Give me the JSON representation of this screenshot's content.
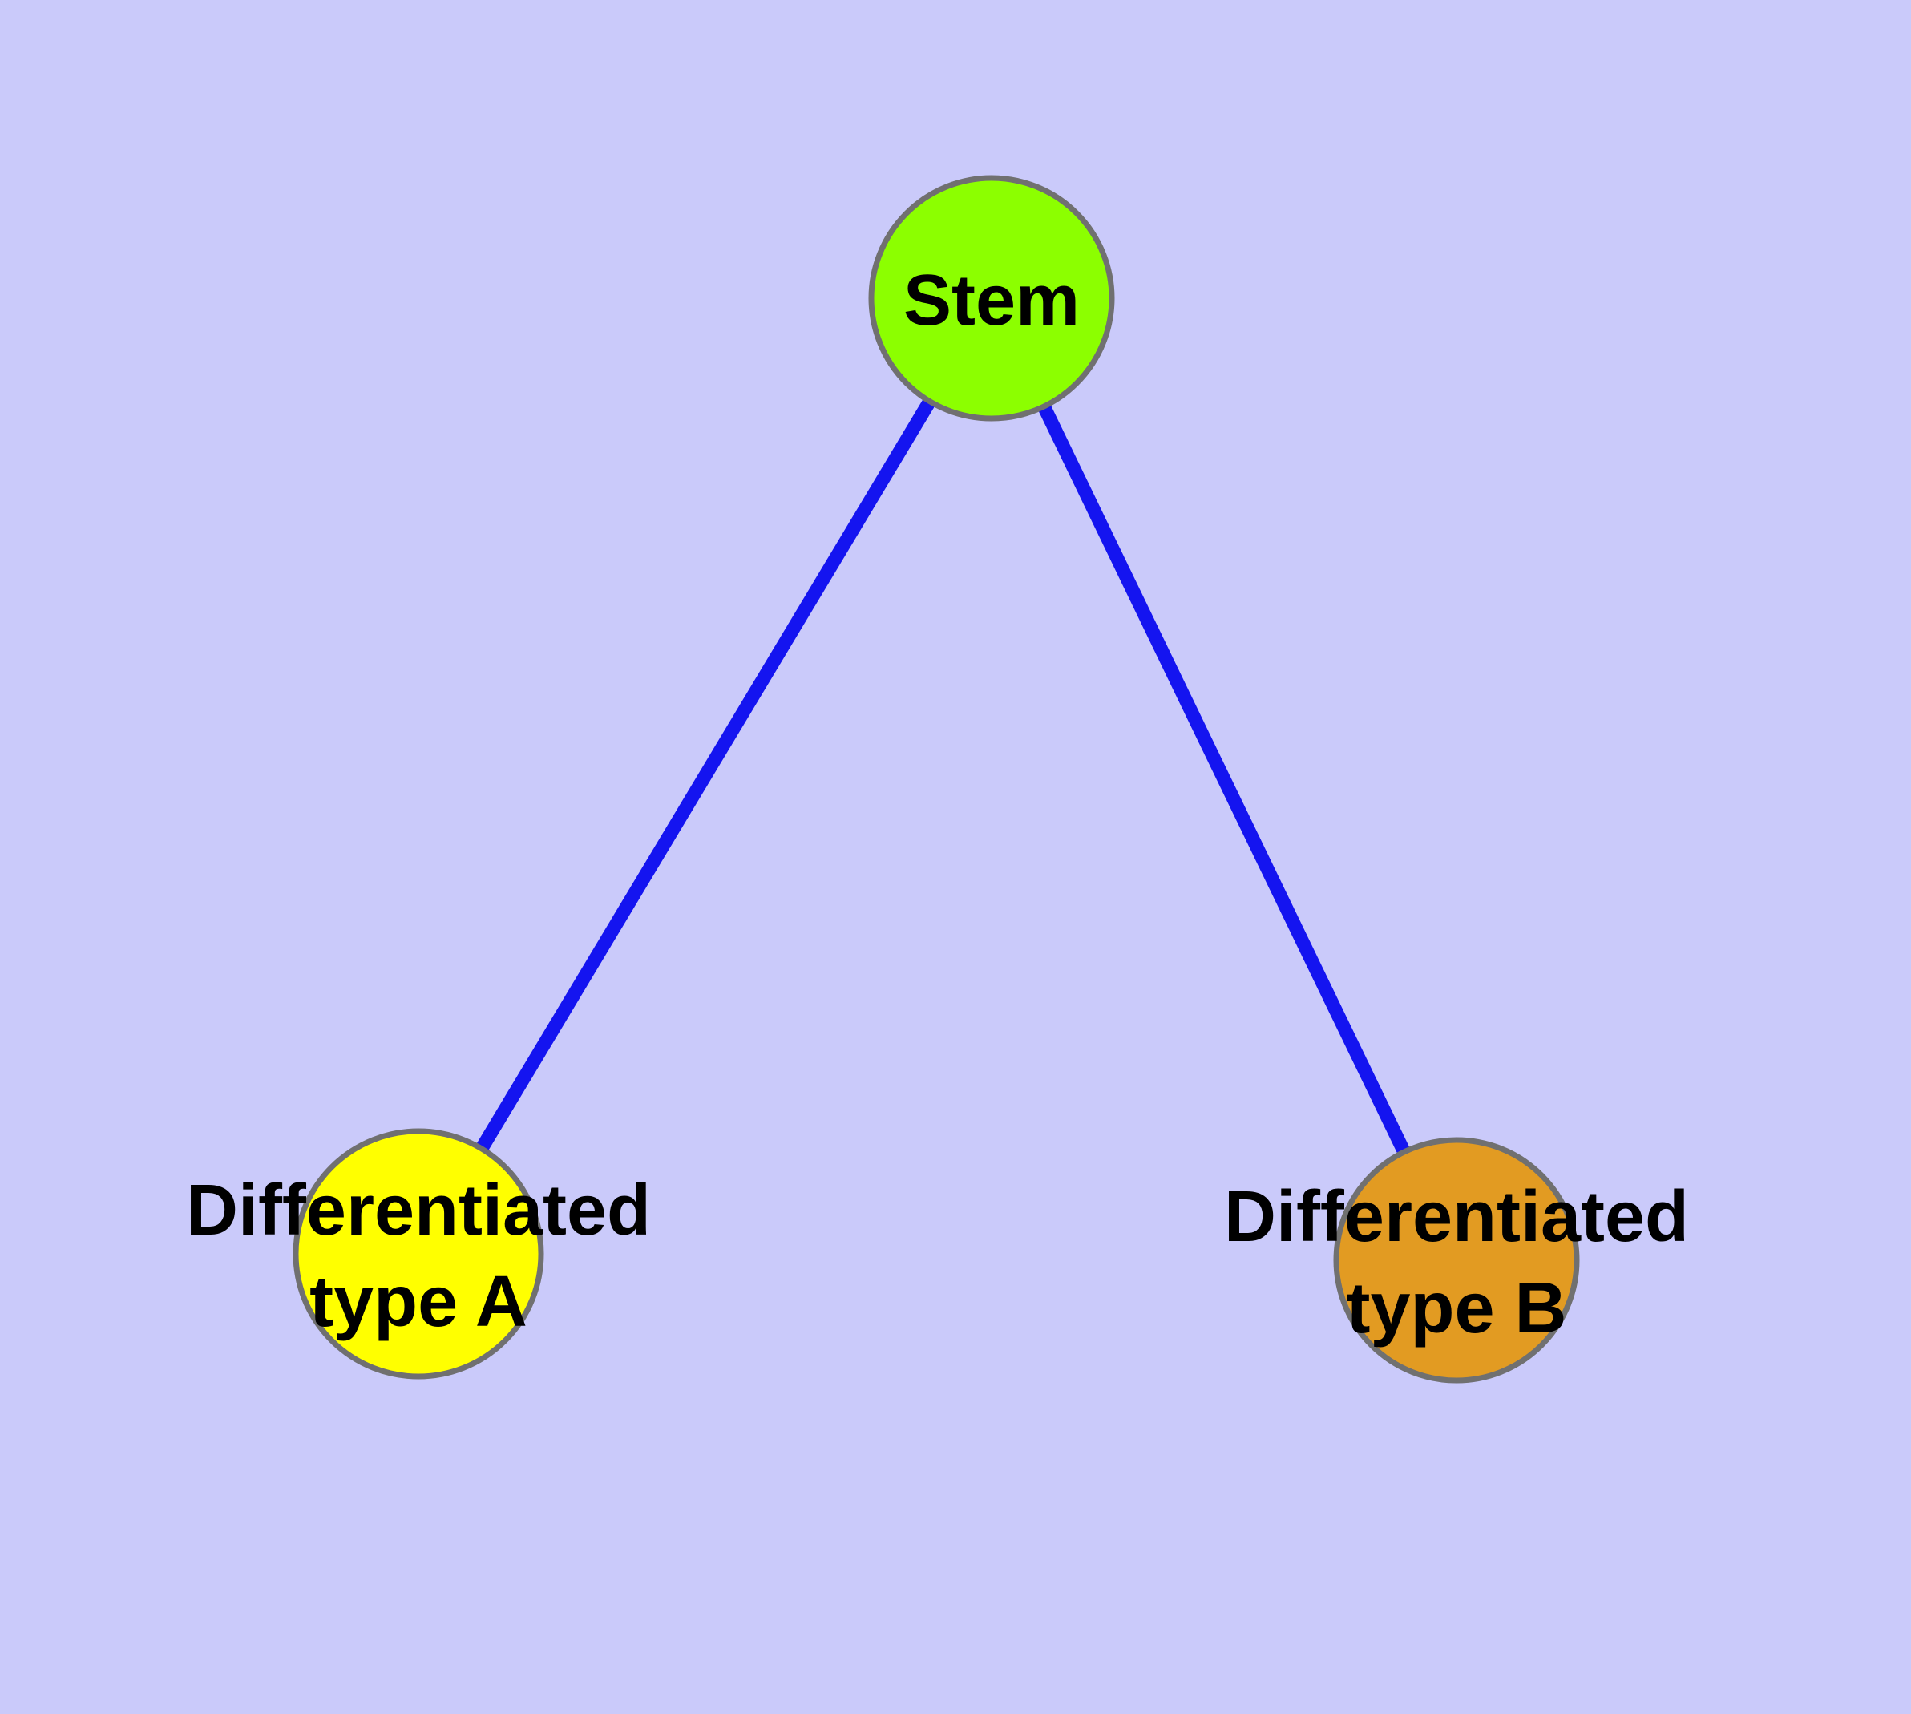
{
  "diagram": {
    "type": "node-link-graph",
    "colors": {
      "background": "#cacafa",
      "edge": "#1414f0",
      "node_border": "#707070",
      "label_text": "#000000"
    },
    "nodes": [
      {
        "id": "stem",
        "label": "Stem",
        "line1": "Stem",
        "fill": "#8cff00"
      },
      {
        "id": "differentiated-type-a",
        "label": "Differentiated type A",
        "line1": "Differentiated",
        "line2": "type A",
        "fill": "#ffff00"
      },
      {
        "id": "differentiated-type-b",
        "label": "Differentiated type B",
        "line1": "Differentiated",
        "line2": "type B",
        "fill": "#e29b22"
      }
    ],
    "edges": [
      {
        "from": "stem",
        "to": "differentiated-type-a"
      },
      {
        "from": "stem",
        "to": "differentiated-type-b"
      }
    ]
  }
}
